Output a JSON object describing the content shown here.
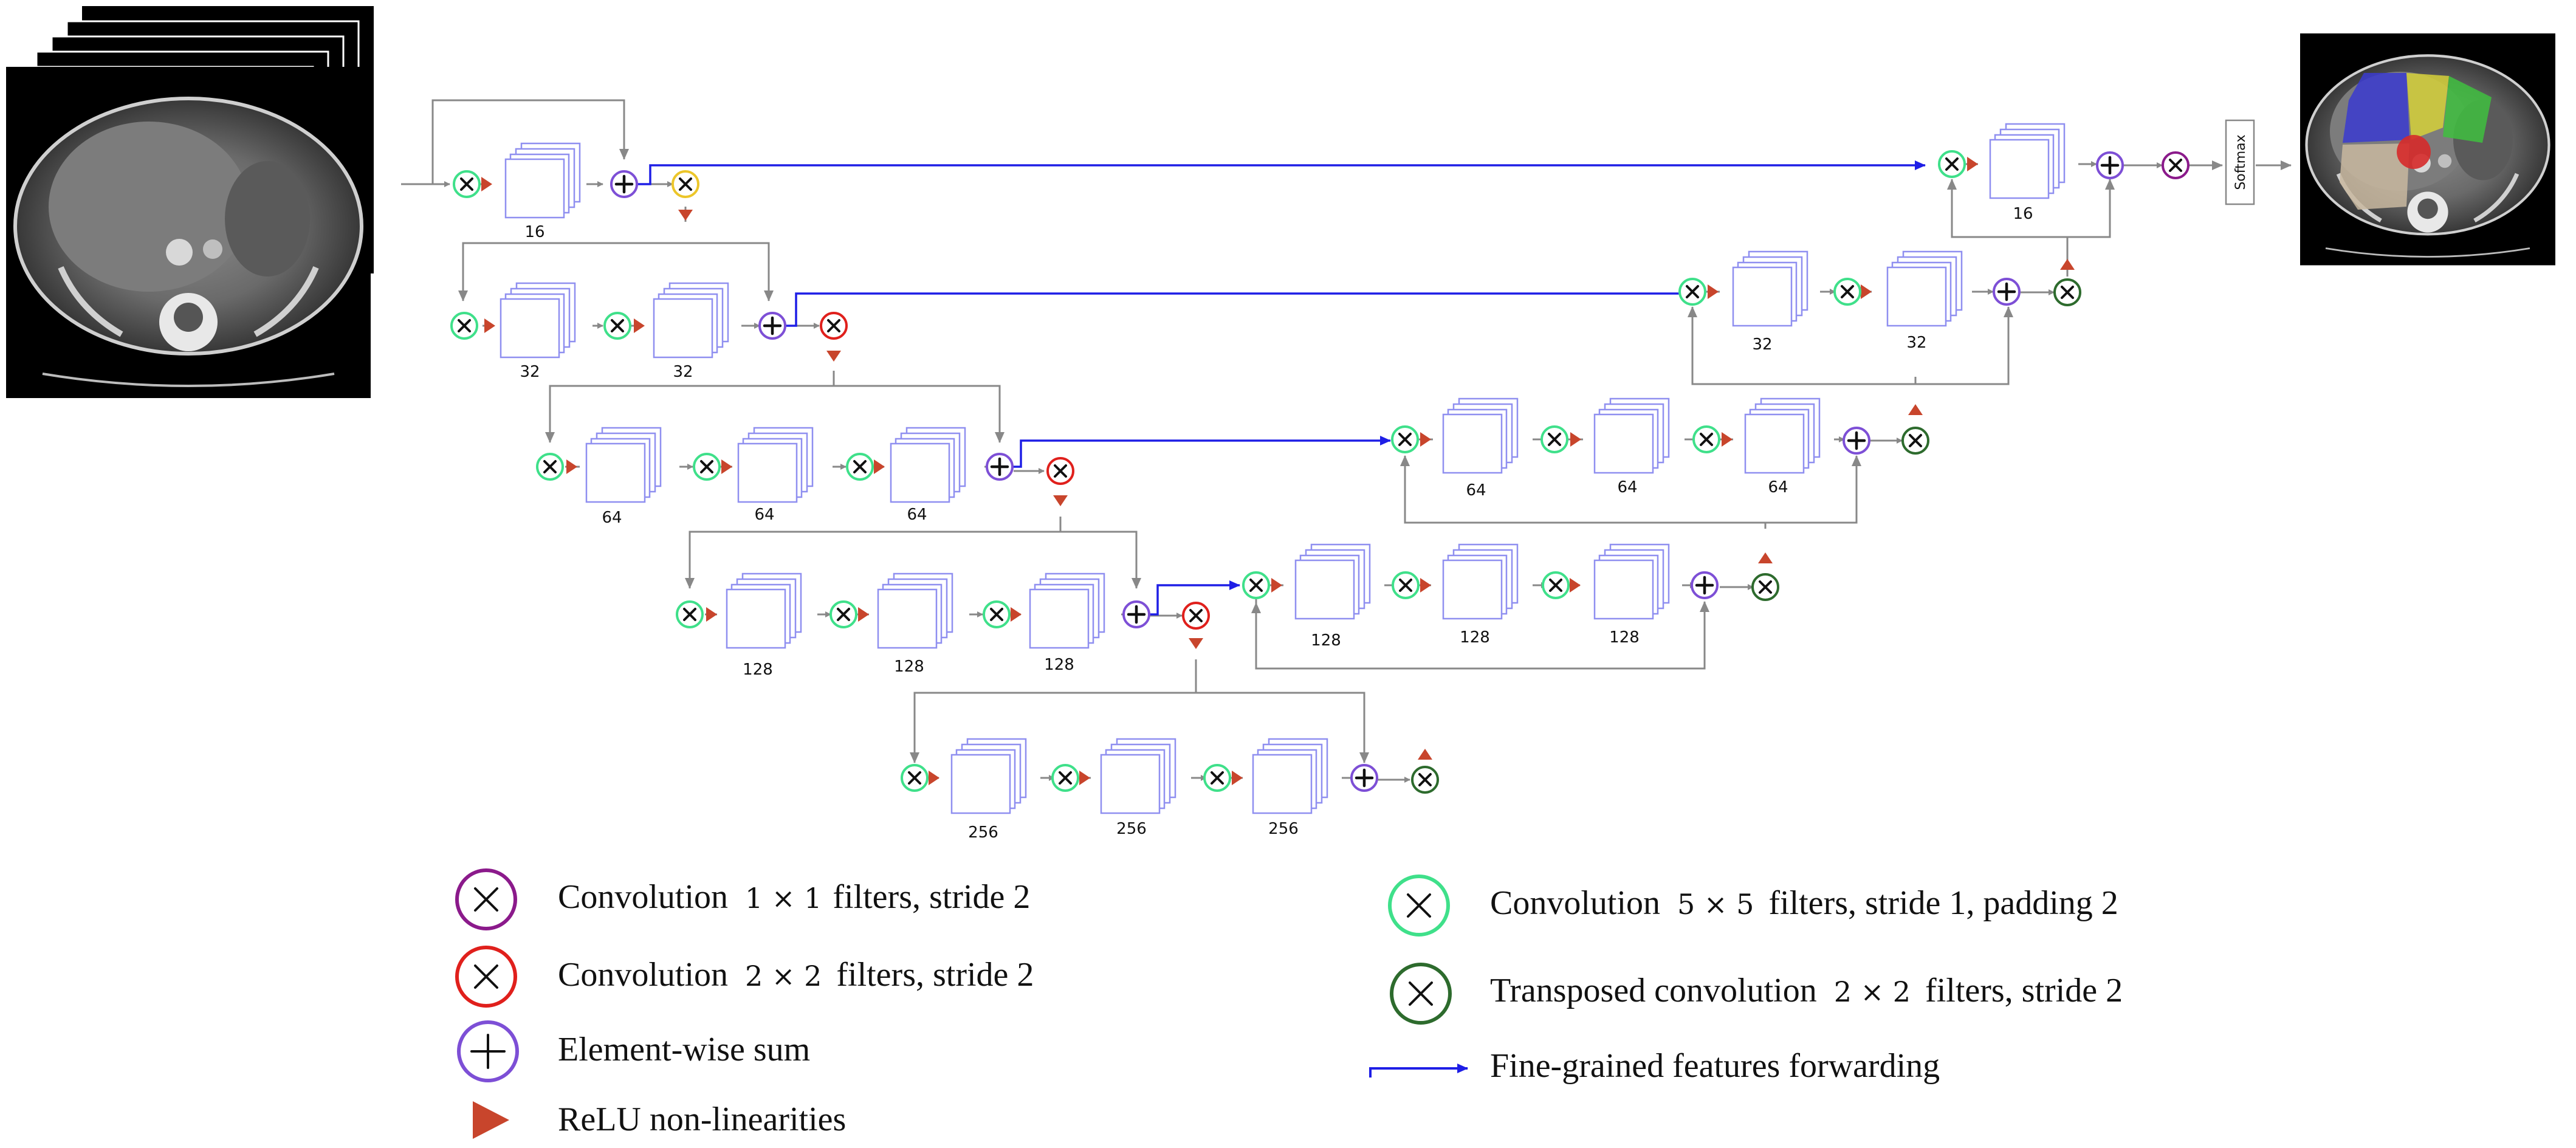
{
  "channels": {
    "enc1": "16",
    "enc2": [
      "32",
      "32"
    ],
    "enc3": [
      "64",
      "64",
      "64"
    ],
    "enc4": [
      "128",
      "128",
      "128"
    ],
    "bottom": [
      "256",
      "256",
      "256"
    ],
    "dec4": [
      "128",
      "128",
      "128"
    ],
    "dec3": [
      "64",
      "64",
      "64"
    ],
    "dec2": [
      "32",
      "32"
    ],
    "dec1": "16"
  },
  "softmax_label": "Softmax",
  "images": {
    "input": "CT scan slice stack (grayscale, axial abdominal)",
    "output": "segmented CT slice with colored organ regions"
  },
  "legend": {
    "conv1x1": {
      "prefix": "Convolution",
      "dims": "1 × 1",
      "suffix": "filters, stride 2"
    },
    "conv2x2": {
      "prefix": "Convolution",
      "dims": "2 × 2",
      "suffix": "filters, stride 2"
    },
    "sum": {
      "label": "Element-wise sum"
    },
    "relu": {
      "label": "ReLU non-linearities"
    },
    "conv5x5": {
      "prefix": "Convolution",
      "dims": "5 × 5",
      "suffix": "filters, stride 1, padding 2"
    },
    "tconv": {
      "prefix": "Transposed convolution",
      "dims": "2 × 2",
      "suffix": "filters, stride 2"
    },
    "forward": {
      "label": "Fine-grained features forwarding"
    }
  },
  "colors": {
    "conv1x1": "#8b1a8b",
    "conv2x2": "#e0201c",
    "sum": "#7d4fd6",
    "relu": "#c8452c",
    "conv5x5": "#3fe08a",
    "tconv": "#2d6b2d",
    "forward": "#1e1ee6",
    "flow": "#888888",
    "fmap": "#8f8ff0"
  }
}
